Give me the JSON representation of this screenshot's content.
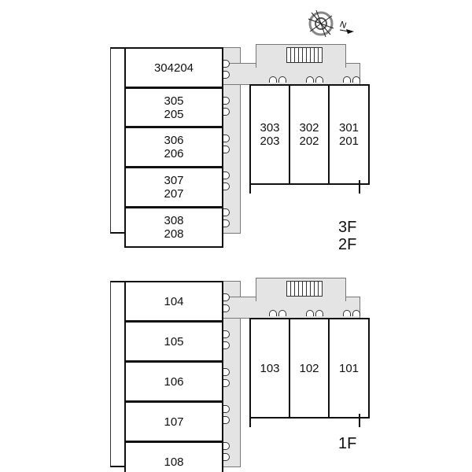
{
  "compass": {
    "north_label": "N"
  },
  "upper": {
    "left_units": [
      [
        "304",
        "204"
      ],
      [
        "305",
        "205"
      ],
      [
        "306",
        "206"
      ],
      [
        "307",
        "207"
      ],
      [
        "308",
        "208"
      ]
    ],
    "right_units": [
      [
        "303",
        "203"
      ],
      [
        "302",
        "202"
      ],
      [
        "301",
        "201"
      ]
    ],
    "floor_labels": [
      "3F",
      "2F"
    ]
  },
  "lower": {
    "left_units": [
      "104",
      "105",
      "106",
      "107",
      "108"
    ],
    "right_units": [
      "103",
      "102",
      "101"
    ],
    "floor_label": "1F"
  }
}
